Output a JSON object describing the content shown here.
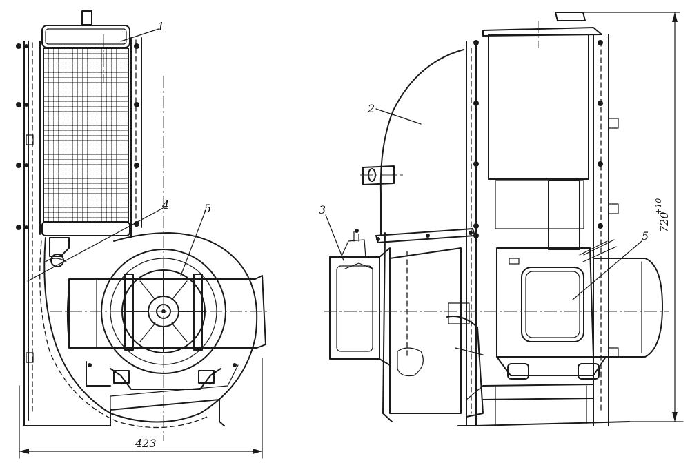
{
  "callouts": {
    "radiator": "1",
    "fan_casing": "2",
    "outlet": "3",
    "bracket": "4",
    "motor_front": "5",
    "motor_side": "5"
  },
  "dimensions": {
    "width_value": "423",
    "height_value": "720",
    "height_tolerance": "+10"
  }
}
